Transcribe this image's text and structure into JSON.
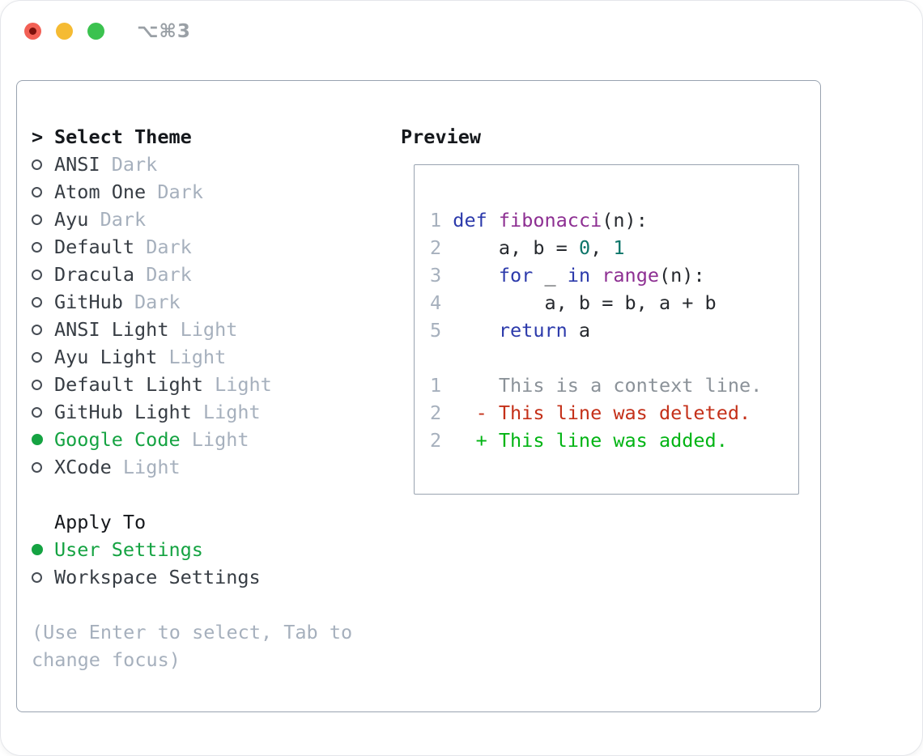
{
  "window": {
    "title": "⌥⌘3",
    "traffic_lights": {
      "close_color": "#f26055",
      "close_dot_color": "#7c100b",
      "minimize_color": "#f5bb33",
      "zoom_color": "#3bc24f"
    }
  },
  "theme_selector": {
    "pointer": ">",
    "header": "Select Theme",
    "items": [
      {
        "name": "ANSI",
        "variant": "Dark",
        "selected": false
      },
      {
        "name": "Atom One",
        "variant": "Dark",
        "selected": false
      },
      {
        "name": "Ayu",
        "variant": "Dark",
        "selected": false
      },
      {
        "name": "Default",
        "variant": "Dark",
        "selected": false
      },
      {
        "name": "Dracula",
        "variant": "Dark",
        "selected": false
      },
      {
        "name": "GitHub",
        "variant": "Dark",
        "selected": false
      },
      {
        "name": "ANSI Light",
        "variant": "Light",
        "selected": false
      },
      {
        "name": "Ayu Light",
        "variant": "Light",
        "selected": false
      },
      {
        "name": "Default Light",
        "variant": "Light",
        "selected": false
      },
      {
        "name": "GitHub Light",
        "variant": "Light",
        "selected": false
      },
      {
        "name": "Google Code",
        "variant": "Light",
        "selected": true
      },
      {
        "name": "XCode",
        "variant": "Light",
        "selected": false
      }
    ]
  },
  "apply_to": {
    "header": "Apply To",
    "options": [
      {
        "label": "User Settings",
        "selected": true
      },
      {
        "label": "Workspace Settings",
        "selected": false
      }
    ]
  },
  "hint": {
    "line1": "(Use Enter to select, Tab to",
    "line2": "change focus)"
  },
  "preview": {
    "title": "Preview",
    "lines": [
      {
        "tokens": [
          [
            "ln",
            "1 "
          ],
          [
            "kw",
            "def"
          ],
          [
            "code",
            " "
          ],
          [
            "fn",
            "fibonacci"
          ],
          [
            "code",
            "(n):"
          ]
        ]
      },
      {
        "tokens": [
          [
            "ln",
            "2 "
          ],
          [
            "code",
            "    a, b = "
          ],
          [
            "num",
            "0"
          ],
          [
            "code",
            ", "
          ],
          [
            "num",
            "1"
          ]
        ]
      },
      {
        "tokens": [
          [
            "ln",
            "3 "
          ],
          [
            "code",
            "    "
          ],
          [
            "kw",
            "for"
          ],
          [
            "code",
            " _ "
          ],
          [
            "kw",
            "in"
          ],
          [
            "code",
            " "
          ],
          [
            "fn",
            "range"
          ],
          [
            "code",
            "(n):"
          ]
        ]
      },
      {
        "tokens": [
          [
            "ln",
            "4 "
          ],
          [
            "code",
            "        a, b = b, a + b"
          ]
        ]
      },
      {
        "tokens": [
          [
            "ln",
            "5 "
          ],
          [
            "code",
            "    "
          ],
          [
            "kw",
            "return"
          ],
          [
            "code",
            " a"
          ]
        ]
      },
      {
        "tokens": []
      },
      {
        "tokens": [
          [
            "ln",
            "1 "
          ],
          [
            "ctx",
            "    This is a context line."
          ]
        ]
      },
      {
        "tokens": [
          [
            "ln",
            "2 "
          ],
          [
            "del",
            "  - This line was deleted."
          ]
        ]
      },
      {
        "tokens": [
          [
            "ln",
            "2 "
          ],
          [
            "add",
            "  + This line was added."
          ]
        ]
      }
    ]
  },
  "colors": {
    "selected_green": "#15a342",
    "added_green": "#02b414",
    "deleted_red": "#c43019",
    "keyword_blue": "#2c3aab",
    "function_purple": "#8d2f92",
    "number_teal": "#0d7569",
    "muted_gray": "#a6b0bd",
    "context_gray": "#8b9299",
    "border_gray": "#99a3b0"
  }
}
